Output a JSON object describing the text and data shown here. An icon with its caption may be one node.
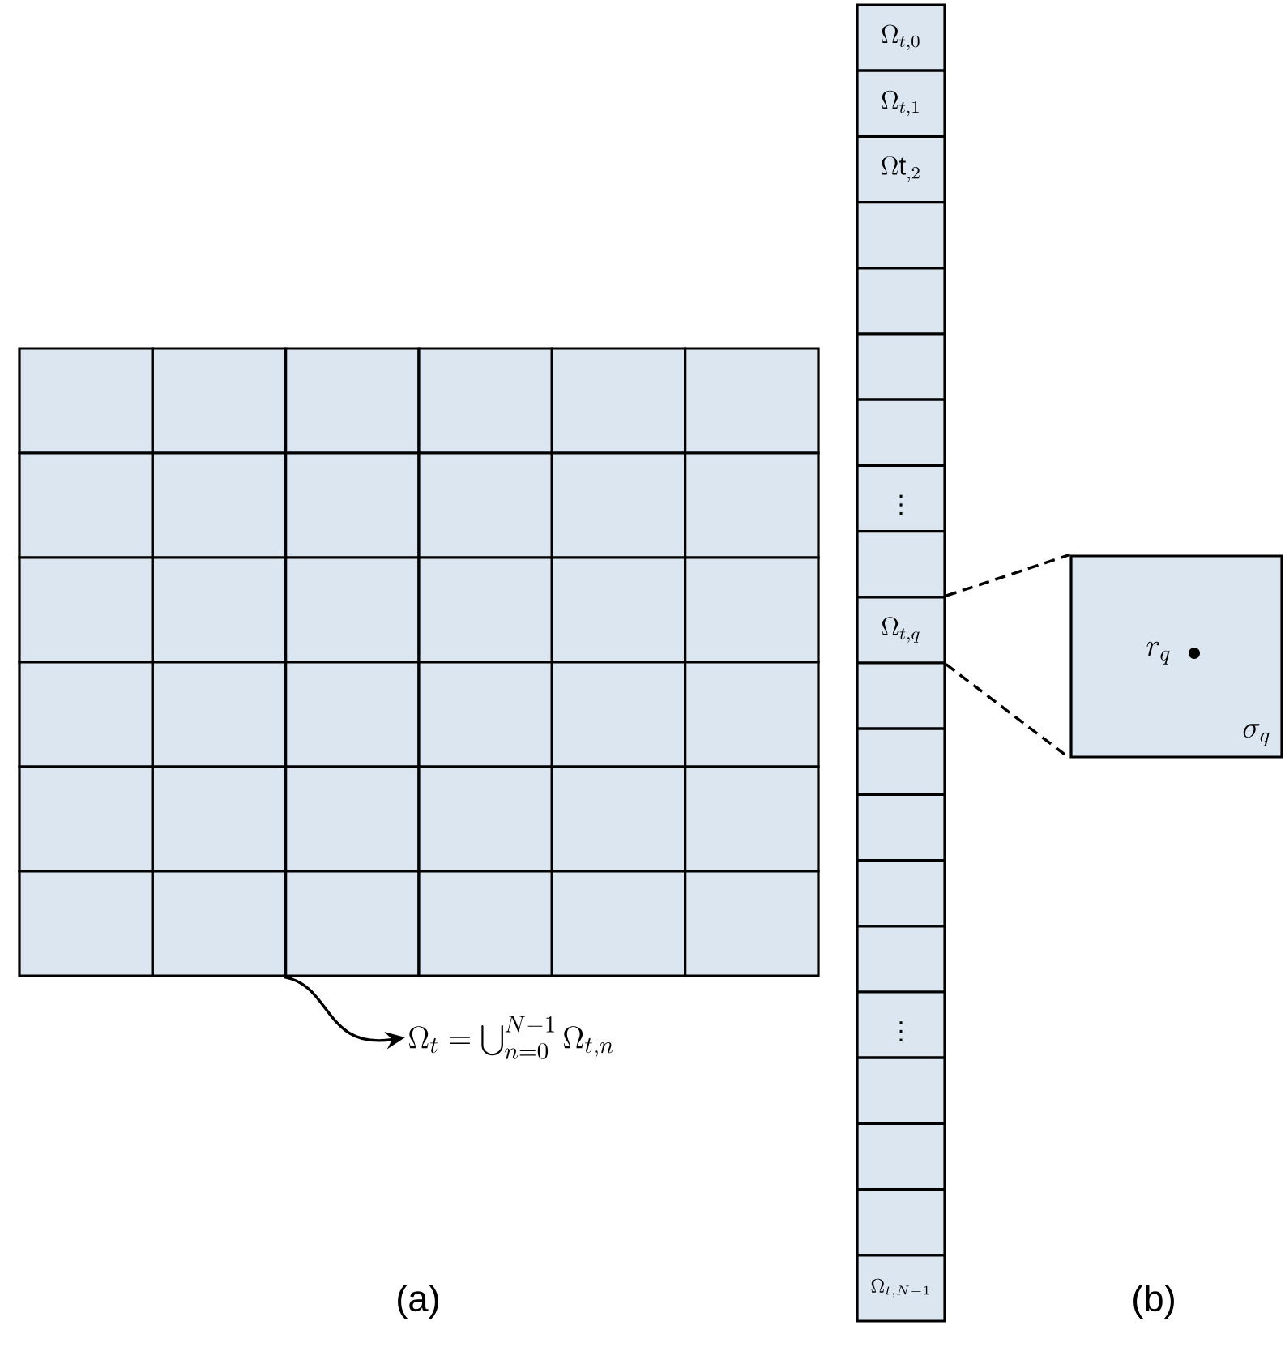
{
  "diagram": {
    "nodes": [
      {
        "text": [],
        "shape": "box"
      },
      {
        "text": [],
        "shape": "box"
      },
      {
        "text": [],
        "shape": "box"
      },
      {
        "text": [],
        "shape": "box"
      },
      {
        "text": [],
        "shape": "box"
      },
      {
        "text": [],
        "shape": "box"
      },
      {
        "text": [],
        "shape": "box"
      },
      {
        "text": [],
        "shape": "box"
      },
      {
        "text": [],
        "shape": "box"
      },
      {
        "text": [],
        "shape": "box"
      },
      {
        "text": [],
        "shape": "box"
      },
      {
        "text": [],
        "shape": "box"
      },
      {
        "text": [],
        "shape": "box"
      },
      {
        "text": [],
        "shape": "box"
      },
      {
        "text": [],
        "shape": "box"
      },
      {
        "text": [],
        "shape": "box"
      },
      {
        "text": [],
        "shape": "box"
      },
      {
        "text": [],
        "shape": "box"
      },
      {
        "text": [],
        "shape": "box"
      },
      {
        "text": [],
        "shape": "box"
      },
      {
        "text": [],
        "shape": "box"
      },
      {
        "text": [],
        "shape": "box"
      },
      {
        "text": [],
        "shape": "box"
      },
      {
        "text": [],
        "shape": "box"
      },
      {
        "text": [],
        "shape": "box"
      },
      {
        "text": [],
        "shape": "box"
      },
      {
        "text": [],
        "shape": "box"
      },
      {
        "text": [],
        "shape": "box"
      },
      {
        "text": [],
        "shape": "box"
      },
      {
        "text": [],
        "shape": "box"
      },
      {
        "text": [],
        "shape": "box"
      },
      {
        "text": [],
        "shape": "box"
      },
      {
        "text": [],
        "shape": "box"
      },
      {
        "text": [],
        "shape": "box"
      },
      {
        "text": [],
        "shape": "box"
      },
      {
        "text": [],
        "shape": "box"
      },
      {
        "text": [
          "\\Omega_t = \\bigcup\\nolimits_{n=0}^{N-1} \\Omega_{t,n}"
        ]
      },
      {
        "text": [
          "\\Omega_{t,0}"
        ]
      },
      {
        "text": [
          "\\Omega_{t,1}"
        ]
      },
      {
        "text": [
          "\\Omega\\mathrm{t}_{,2}"
        ]
      },
      {
        "text": [],
        "shape": "box"
      },
      {
        "text": [],
        "shape": "box"
      },
      {
        "text": [],
        "shape": "box"
      },
      {
        "text": [],
        "shape": "box"
      },
      {
        "text": [
          "\\vdots"
        ]
      },
      {
        "text": [],
        "shape": "box"
      },
      {
        "text": [
          "\\Omega_{t,q}"
        ]
      },
      {
        "text": [],
        "shape": "box"
      },
      {
        "text": [],
        "shape": "box"
      },
      {
        "text": [],
        "shape": "box"
      },
      {
        "text": [],
        "shape": "box"
      },
      {
        "text": [],
        "shape": "box"
      },
      {
        "text": [
          "\\vdots"
        ]
      },
      {
        "text": [],
        "shape": "box"
      },
      {
        "text": [],
        "shape": "box"
      },
      {
        "text": [],
        "shape": "box"
      },
      {
        "text": [
          "\\Omega_{t,N-1}"
        ]
      },
      {
        "text": [
          "r_q",
          "\\sigma_q"
        ]
      }
    ],
    "edges": [
      {
        "from": 32,
        "to": 36,
        "arrow": "to"
      },
      {
        "from": 46,
        "to": 57,
        "arrow": "none",
        "style": "dashed"
      },
      {
        "from": 46,
        "to": 57,
        "arrow": "none",
        "style": "dashed"
      }
    ],
    "labels": [
      "(a)",
      "(b)"
    ]
  }
}
